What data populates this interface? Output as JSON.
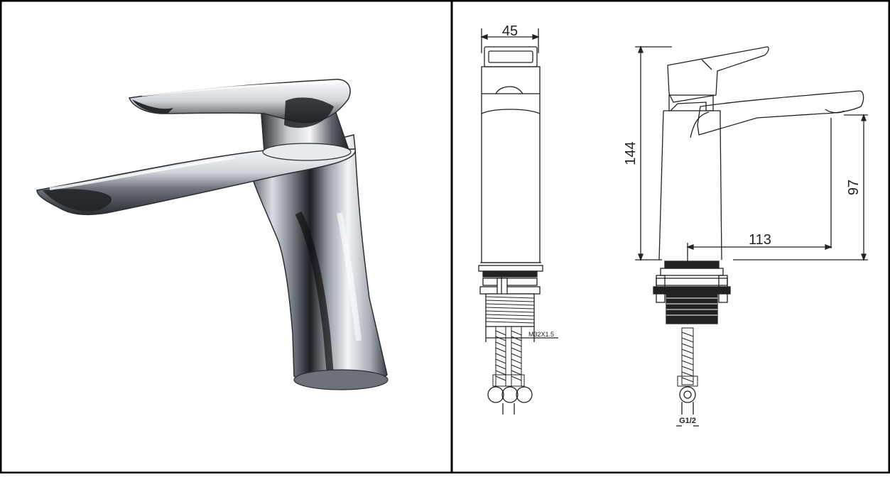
{
  "photo": {
    "subject": "chrome single-lever basin mixer tap"
  },
  "drawing": {
    "width_dim": "45",
    "height_dim": "144",
    "outlet_height_dim": "97",
    "reach_dim": "113",
    "thread_label": "M32X1.5",
    "connection_label": "G1/2"
  },
  "colors": {
    "border": "#000000",
    "chrome_dark": "#1a1a1a",
    "chrome_mid": "#8a8f96",
    "chrome_light": "#eef1f4",
    "line": "#222222"
  }
}
